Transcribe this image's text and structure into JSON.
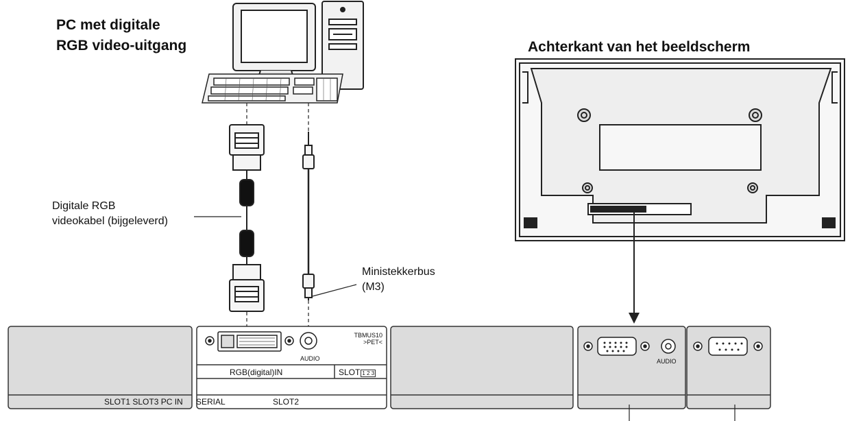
{
  "pc": {
    "title_line1": "PC met digitale",
    "title_line2": "RGB video-uitgang"
  },
  "display": {
    "title": "Achterkant van het beeldscherm"
  },
  "cable": {
    "label_line1": "Digitale RGB",
    "label_line2": "videokabel (bijgeleverd)"
  },
  "mini_jack": {
    "label_line1": "Ministekkerbus",
    "label_line2": "(M3)"
  },
  "terminal_board": {
    "card_label_top1": "TBMUS10",
    "card_label_top2": ">PET<",
    "audio_label": "AUDIO",
    "rgb_in_label": "RGB(digital)IN",
    "slot_compat_label": "SLOT",
    "slot_compat_badge": "1 2 3",
    "bottom_label_left": "SLOT1 SLOT3 PC IN",
    "bottom_label_serial": "SERIAL",
    "bottom_label_slot2": "SLOT2",
    "pc_in_audio_label": "AUDIO"
  }
}
